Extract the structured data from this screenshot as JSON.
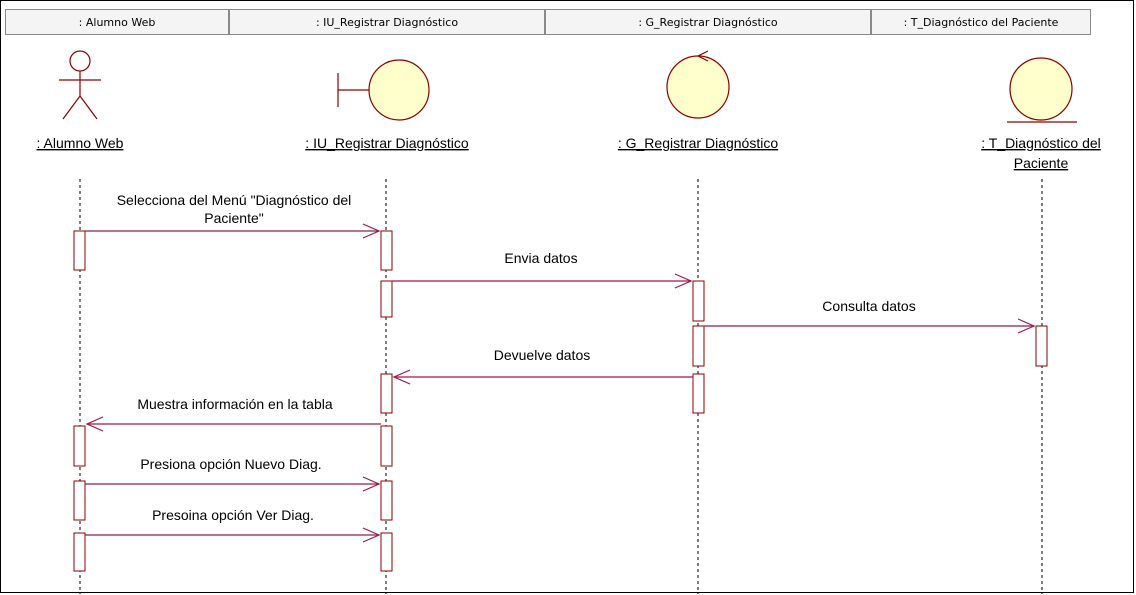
{
  "header": {
    "columns": [
      ": Alumno Web",
      ": IU_Registrar Diagnóstico",
      ": G_Registrar Diagnóstico",
      ": T_Diagnóstico del Paciente"
    ]
  },
  "lifelines": [
    {
      "id": "actor",
      "kind": "actor",
      "name_lines": [
        ": Alumno Web"
      ]
    },
    {
      "id": "boundary",
      "kind": "boundary",
      "name_lines": [
        ": IU_Registrar Diagnóstico"
      ]
    },
    {
      "id": "control",
      "kind": "control",
      "name_lines": [
        ": G_Registrar Diagnóstico"
      ]
    },
    {
      "id": "entity",
      "kind": "entity",
      "name_lines": [
        ": T_Diagnóstico del",
        "Paciente"
      ]
    }
  ],
  "messages": [
    {
      "from": "actor",
      "to": "boundary",
      "label_lines": [
        "Selecciona del Menú \"Diagnóstico del",
        "Paciente\""
      ]
    },
    {
      "from": "boundary",
      "to": "control",
      "label_lines": [
        "Envia datos"
      ]
    },
    {
      "from": "control",
      "to": "entity",
      "label_lines": [
        "Consulta datos"
      ]
    },
    {
      "from": "control",
      "to": "boundary",
      "label_lines": [
        "Devuelve datos"
      ]
    },
    {
      "from": "boundary",
      "to": "actor",
      "label_lines": [
        "Muestra información en la tabla"
      ]
    },
    {
      "from": "actor",
      "to": "boundary",
      "label_lines": [
        "Presiona opción Nuevo Diag."
      ]
    },
    {
      "from": "actor",
      "to": "boundary",
      "label_lines": [
        "Presoina opción Ver Diag."
      ]
    }
  ],
  "colors": {
    "object_fill": "#ffffcc",
    "object_stroke": "#8b0000",
    "message_line": "#9b1b4b",
    "lifeline": "#000000"
  }
}
